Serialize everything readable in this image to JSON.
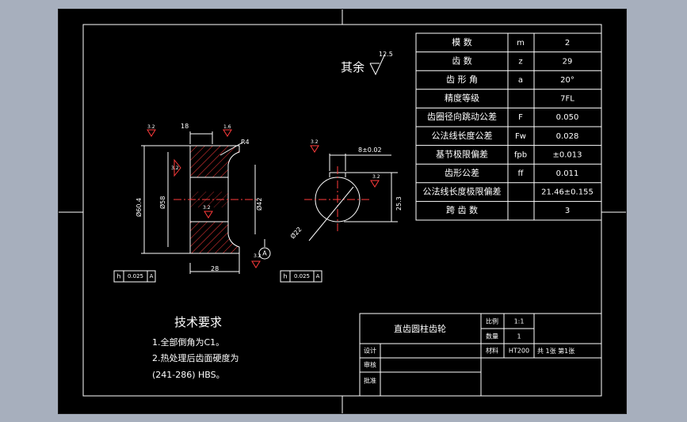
{
  "drawing": {
    "surface_note": {
      "prefix": "其余",
      "roughness": "12.5"
    },
    "params": [
      {
        "name": "模 数",
        "sym": "m",
        "val": "2"
      },
      {
        "name": "齿 数",
        "sym": "z",
        "val": "29"
      },
      {
        "name": "齿 形 角",
        "sym": "a",
        "val": "20°"
      },
      {
        "name": "精度等级",
        "sym": "",
        "val": "7FL"
      },
      {
        "name": "齿圈径向跳动公差",
        "sym": "F",
        "val": "0.050"
      },
      {
        "name": "公法线长度公差",
        "sym": "Fw",
        "val": "0.028"
      },
      {
        "name": "基节极限偏差",
        "sym": "fpb",
        "val": "±0.013"
      },
      {
        "name": "齿形公差",
        "sym": "ff",
        "val": "0.011"
      },
      {
        "name": "公法线长度极限偏差",
        "sym": "",
        "val": "21.46±0.155"
      },
      {
        "name": "跨 齿 数",
        "sym": "",
        "val": "3"
      }
    ],
    "dims": {
      "hub_width": "18",
      "chamfer": "R4",
      "od": "Ø60.4",
      "dia58": "Ø58",
      "dia42": "Ø42",
      "length": "28",
      "keyway": "8±0.02",
      "keyway_depth": "25.3",
      "bore": "Ø22",
      "datum": "A",
      "rough_left": "3.2",
      "rough_left2": "3.2",
      "rough_top": "1.6",
      "rough_mid": "3.2",
      "rough_right": "3.2",
      "rough_key": "3.2",
      "rough_side": "3.2"
    },
    "tol_frames": [
      {
        "type": "h",
        "value": "0.025",
        "datum": "A"
      },
      {
        "type": "h",
        "value": "0.025",
        "datum": "A"
      }
    ],
    "tech": {
      "title": "技术要求",
      "lines": [
        "1.全部倒角为C1。",
        "2.热处理后齿面硬度为",
        "(241-286) HBS。"
      ]
    },
    "title_block": {
      "part_name": "直齿圆柱齿轮",
      "scale_label": "比例",
      "scale_val": "1:1",
      "qty_label": "数量",
      "qty_val": "1",
      "material_label": "材料",
      "material_val": "HT200",
      "sheets": "共 1张 第1张",
      "design": "设计",
      "review": "审核",
      "approve": "批准"
    },
    "colors": {
      "paper": "#000000",
      "lines": "#ffffff",
      "hatch": "#ff3b3b",
      "center": "#ff3b3b",
      "bg": "#a7afbd"
    }
  }
}
